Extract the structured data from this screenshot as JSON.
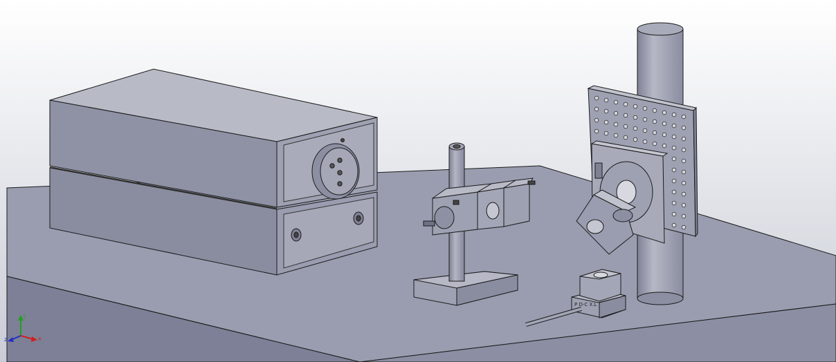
{
  "viewport": {
    "background_top": "#ffffff",
    "background_bottom": "#c9ccd6",
    "edge_color": "#1a1a1a"
  },
  "colors": {
    "table_top": "#9a9db0",
    "table_front": "#7d8096",
    "body_light": "#b8bac6",
    "body_mid": "#9ea1b2",
    "body_dark": "#7e8194",
    "hole_fill": "#d8d9e0"
  },
  "axis_triad": {
    "x_label": "X",
    "y_label": "Y",
    "z_label": "Z",
    "x_color": "#d02020",
    "y_color": "#20a020",
    "z_color": "#2030c0"
  },
  "engravings": {
    "mount_label": "P  D-C  X.L"
  }
}
